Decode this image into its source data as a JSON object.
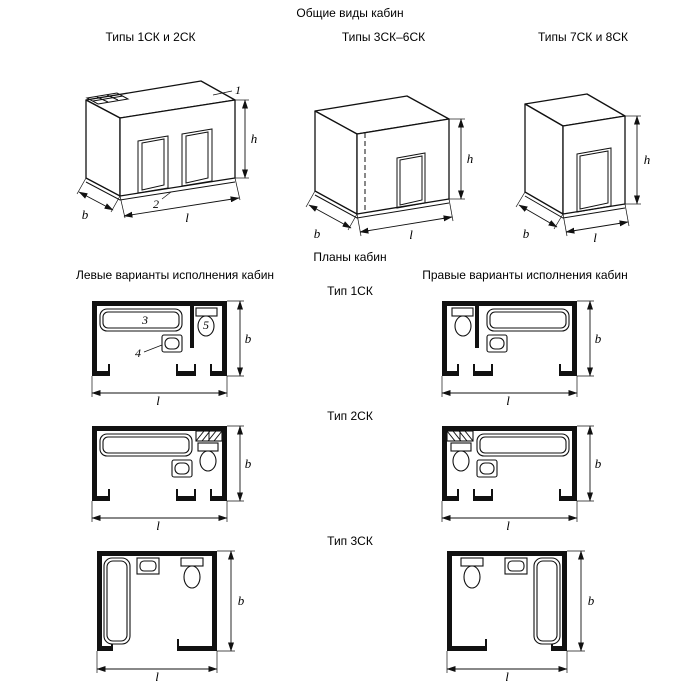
{
  "page": {
    "title": "Общие виды кабин",
    "plans_title": "Планы кабин",
    "left_column_header": "Левые варианты исполнения кабин",
    "right_column_header": "Правые варианты исполнения кабин"
  },
  "dim_labels": {
    "h": "h",
    "b": "b",
    "l": "l"
  },
  "general_views": [
    {
      "title": "Типы 1СК и 2СК",
      "callout_roof": "1",
      "callout_base": "2"
    },
    {
      "title": "Типы 3СК–6СК"
    },
    {
      "title": "Типы 7СК и 8СК"
    }
  ],
  "plan_rows": [
    {
      "type_label": "Тип 1СК",
      "callout_bath": "3",
      "callout_washbasin": "4",
      "callout_toilet": "5"
    },
    {
      "type_label": "Тип 2СК"
    },
    {
      "type_label": "Тип 3СК"
    }
  ]
}
